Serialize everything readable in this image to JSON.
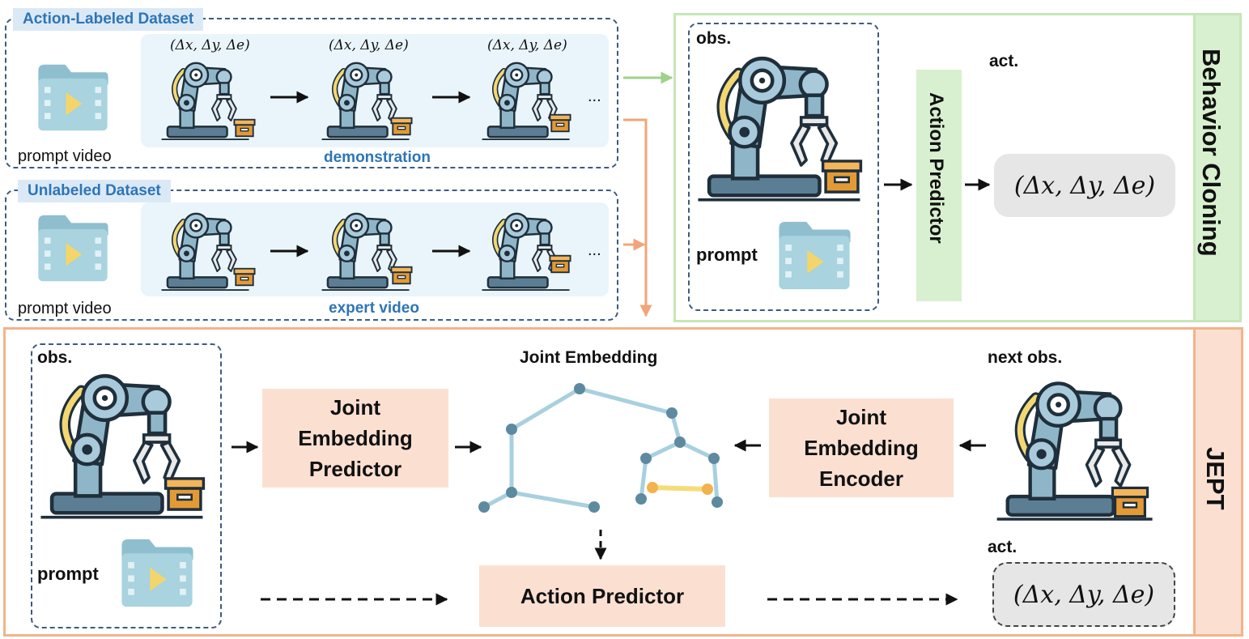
{
  "top_left": {
    "labeled": {
      "tag": "Action-Labeled Dataset",
      "prompt_caption": "prompt video",
      "strip_caption": "demonstration",
      "action_labels": [
        "(Δx, Δy, Δe)",
        "(Δx, Δy, Δe)",
        "(Δx, Δy, Δe)"
      ],
      "ellipsis": "..."
    },
    "unlabeled": {
      "tag": "Unlabeled Dataset",
      "prompt_caption": "prompt video",
      "strip_caption": "expert video",
      "ellipsis": "..."
    }
  },
  "behavior_cloning": {
    "side_label": "Behavior Cloning",
    "obs_label": "obs.",
    "prompt_label": "prompt",
    "act_label": "act.",
    "predictor_label": "Action Predictor",
    "action_output": "(Δx, Δy, Δe)"
  },
  "jept": {
    "side_label": "JEPT",
    "obs_label": "obs.",
    "prompt_label": "prompt",
    "predictor_label": "Joint Embedding Predictor",
    "embedding_label": "Joint Embedding",
    "encoder_label": "Joint Embedding Encoder",
    "next_obs_label": "next obs.",
    "act_label": "act.",
    "action_predictor_label": "Action Predictor",
    "action_output": "(Δx, Δy, Δe)"
  },
  "colors": {
    "dashed_blue": "#3d5a80",
    "tag_bg": "#dbe9f7",
    "tag_text": "#2e75b6",
    "strip_bg": "#eaf5fb",
    "green_border": "#c7e6b8",
    "green_fill": "#d8f0cf",
    "orange_border": "#f1b48a",
    "peach_fill": "#fbe0d2",
    "pill_fill": "#e6e6e6"
  },
  "icons": {
    "robot": "robot-arm-icon",
    "box": "box-icon",
    "video": "video-folder-icon"
  }
}
